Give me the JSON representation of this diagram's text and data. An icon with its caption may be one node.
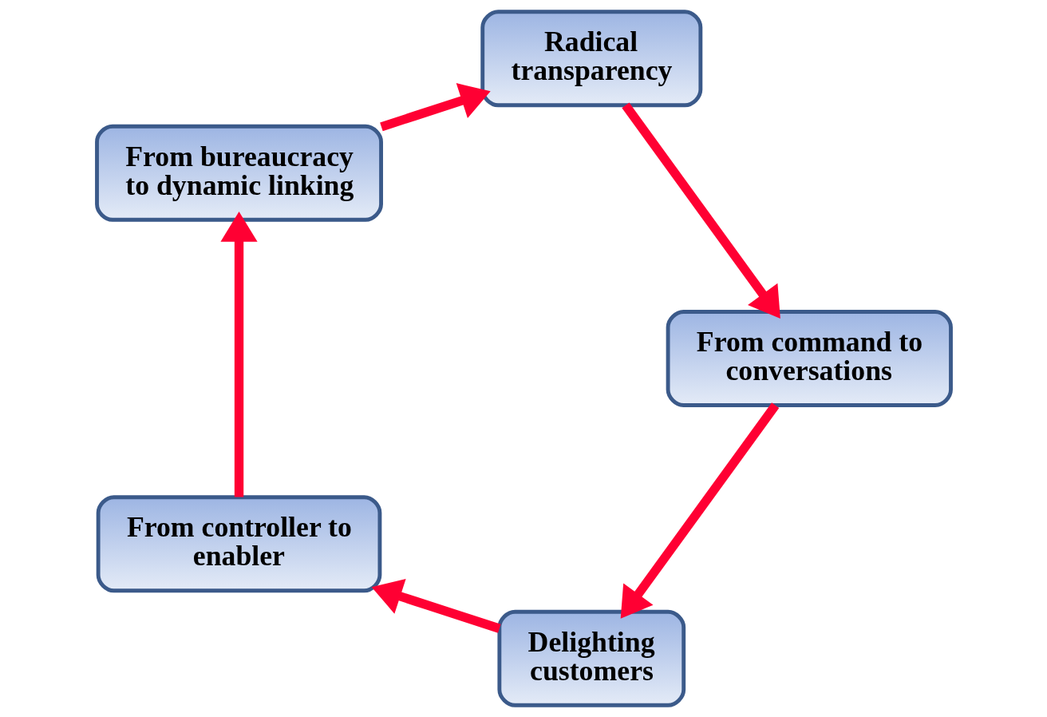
{
  "diagram": {
    "nodes": [
      {
        "text": [
          "Delighting customers"
        ]
      },
      {
        "text": [
          "From command to conversations"
        ]
      },
      {
        "text": [
          "From controller to enabler"
        ]
      },
      {
        "text": [
          "Radical transparency"
        ]
      },
      {
        "text": [
          "From bureaucracy to dynamic linking"
        ]
      }
    ],
    "edges": [
      {
        "from": 0,
        "to": 2,
        "arrow": "to"
      },
      {
        "from": 2,
        "to": 4,
        "arrow": "to"
      },
      {
        "from": 4,
        "to": 3,
        "arrow": "to"
      },
      {
        "from": 3,
        "to": 1,
        "arrow": "to"
      },
      {
        "from": 1,
        "to": 0,
        "arrow": "to"
      }
    ]
  }
}
